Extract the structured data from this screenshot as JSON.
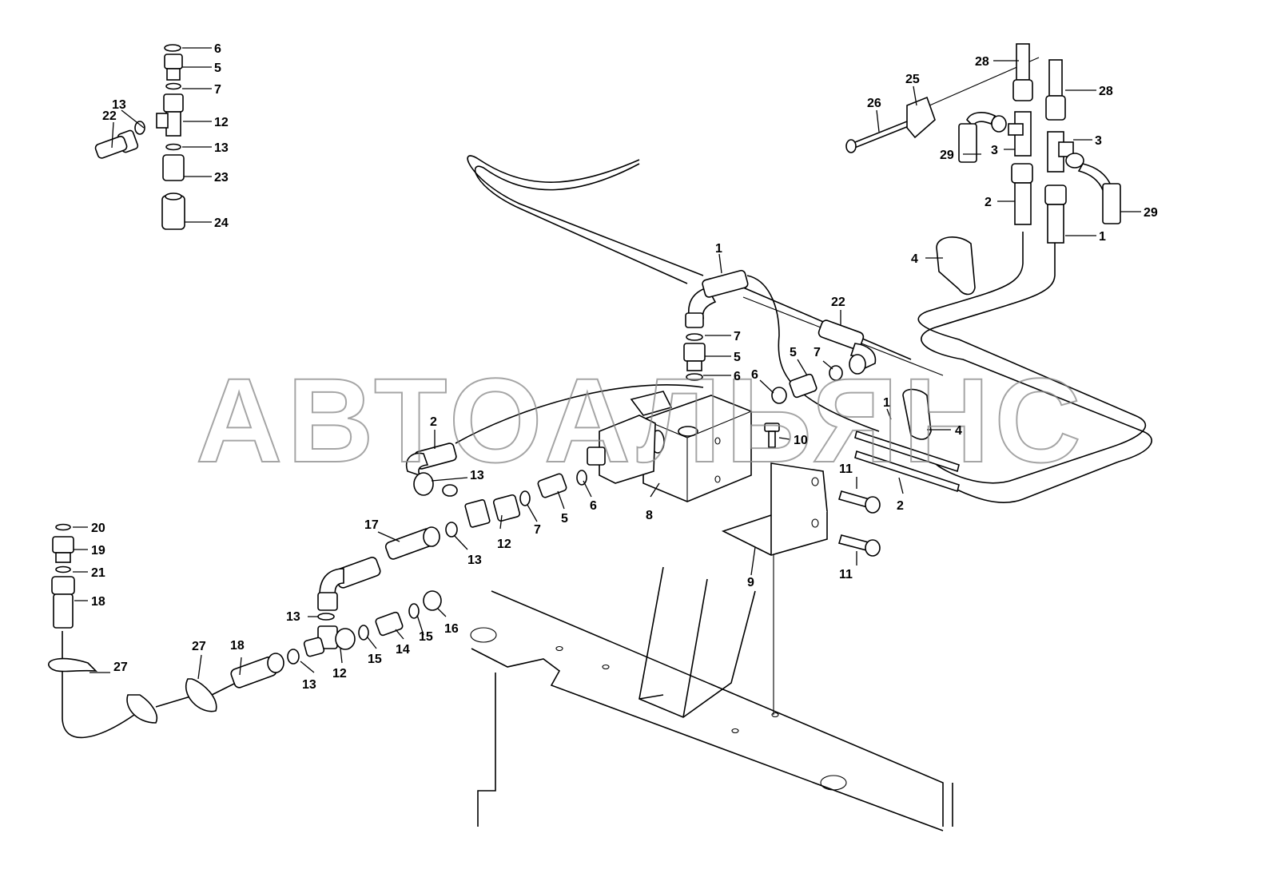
{
  "watermark": "АВТОАЛЬЯНС",
  "callouts": [
    {
      "text": "6"
    },
    {
      "text": "5"
    },
    {
      "text": "7"
    },
    {
      "text": "12"
    },
    {
      "text": "13"
    },
    {
      "text": "23"
    },
    {
      "text": "24"
    },
    {
      "text": "13"
    },
    {
      "text": "22"
    },
    {
      "text": "28"
    },
    {
      "text": "25"
    },
    {
      "text": "26"
    },
    {
      "text": "28"
    },
    {
      "text": "3"
    },
    {
      "text": "3"
    },
    {
      "text": "29"
    },
    {
      "text": "2"
    },
    {
      "text": "29"
    },
    {
      "text": "1"
    },
    {
      "text": "4"
    },
    {
      "text": "1"
    },
    {
      "text": "7"
    },
    {
      "text": "5"
    },
    {
      "text": "6"
    },
    {
      "text": "22"
    },
    {
      "text": "5"
    },
    {
      "text": "7"
    },
    {
      "text": "6"
    },
    {
      "text": "2"
    },
    {
      "text": "13"
    },
    {
      "text": "12"
    },
    {
      "text": "7"
    },
    {
      "text": "5"
    },
    {
      "text": "6"
    },
    {
      "text": "8"
    },
    {
      "text": "10"
    },
    {
      "text": "1"
    },
    {
      "text": "4"
    },
    {
      "text": "11"
    },
    {
      "text": "2"
    },
    {
      "text": "11"
    },
    {
      "text": "9"
    },
    {
      "text": "17"
    },
    {
      "text": "13"
    },
    {
      "text": "20"
    },
    {
      "text": "19"
    },
    {
      "text": "21"
    },
    {
      "text": "18"
    },
    {
      "text": "13"
    },
    {
      "text": "15"
    },
    {
      "text": "16"
    },
    {
      "text": "15"
    },
    {
      "text": "14"
    },
    {
      "text": "12"
    },
    {
      "text": "13"
    },
    {
      "text": "27"
    },
    {
      "text": "18"
    },
    {
      "text": "27"
    }
  ]
}
